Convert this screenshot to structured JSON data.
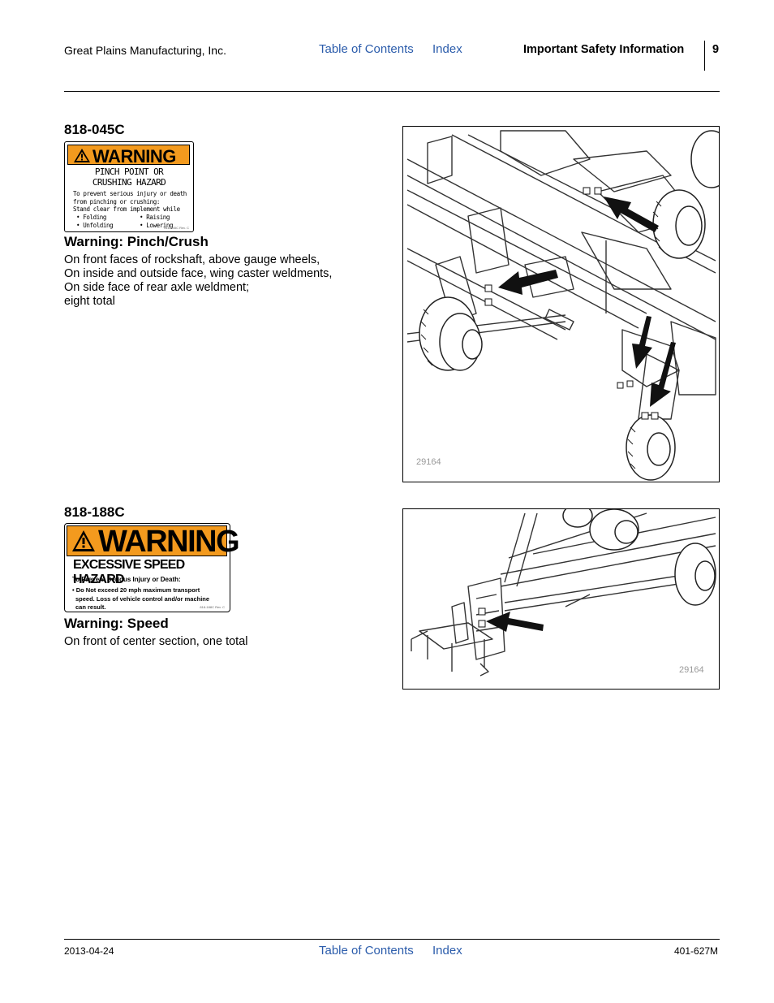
{
  "header": {
    "company": "Great Plains Manufacturing, Inc.",
    "toc_link": "Table of Contents",
    "index_link": "Index",
    "section": "Important Safety Information",
    "page": "9"
  },
  "decal1": {
    "part_number": "818-045C",
    "signal_word": "WARNING",
    "hazard": [
      "PINCH POINT OR",
      "CRUSHING HAZARD"
    ],
    "text": [
      "To prevent serious injury or death",
      "from pinching or crushing:",
      "Stand clear from implement while"
    ],
    "items_left": [
      "• Folding",
      "• Unfolding"
    ],
    "items_right": [
      "• Raising",
      "• Lowering"
    ],
    "rev": "818-045C Rev. C",
    "heading": "Warning: Pinch/Crush",
    "description": [
      "On front faces of rockshaft, above gauge wheels,",
      "On inside and outside face, wing caster weldments,",
      "On side face of rear axle weldment;",
      "eight total"
    ],
    "figure_number": "29164"
  },
  "decal2": {
    "part_number": "818-188C",
    "signal_word": "WARNING",
    "hazard": "EXCESSIVE SPEED HAZARD",
    "subtext": "To Prevent Serious Injury or Death:",
    "bullet": [
      "• Do Not exceed 20 mph maximum transport",
      "speed. Loss of vehicle control and/or machine",
      "can result."
    ],
    "rev": "818-188C Rev. C",
    "heading": "Warning: Speed",
    "description": "On front of center section, one total",
    "figure_number": "29164"
  },
  "footer": {
    "date": "2013-04-24",
    "toc_link": "Table of Contents",
    "index_link": "Index",
    "doc_number": "401-627M"
  },
  "colors": {
    "link": "#2b5cab",
    "warning_orange": "#f39a1e"
  }
}
